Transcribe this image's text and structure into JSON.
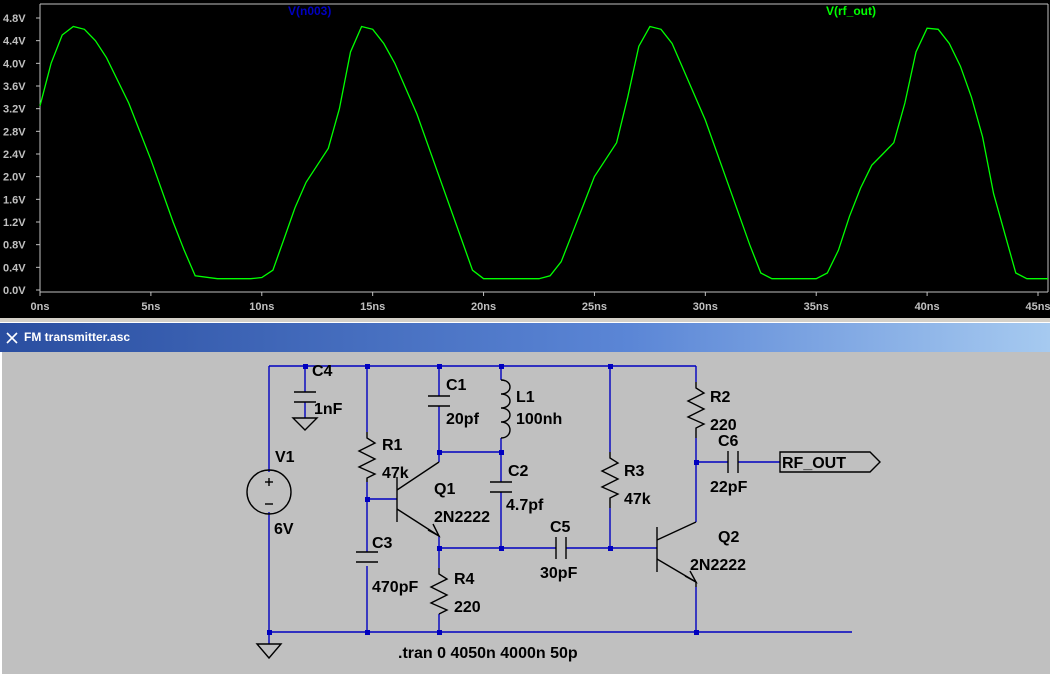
{
  "window_title": "FM transmitter.asc",
  "plot": {
    "trace_labels": [
      {
        "text": "V(n003)",
        "color": "#0000c0"
      },
      {
        "text": "V(rf_out)",
        "color": "#00ff00"
      }
    ],
    "trace_color": "#00ff00"
  },
  "chart_data": {
    "type": "line",
    "title": "",
    "xlabel": "",
    "ylabel": "",
    "x_ticks": [
      "0ns",
      "5ns",
      "10ns",
      "15ns",
      "20ns",
      "25ns",
      "30ns",
      "35ns",
      "40ns",
      "45ns"
    ],
    "y_ticks": [
      "0.0V",
      "0.4V",
      "0.8V",
      "1.2V",
      "1.6V",
      "2.0V",
      "2.4V",
      "2.8V",
      "3.2V",
      "3.6V",
      "4.0V",
      "4.4V",
      "4.8V"
    ],
    "xlim": [
      0,
      45
    ],
    "ylim": [
      0,
      4.8
    ],
    "series": [
      {
        "name": "V(rf_out)",
        "x": [
          0,
          0.5,
          1,
          1.5,
          2,
          2.5,
          3,
          4,
          5,
          6,
          6.5,
          7,
          8,
          9,
          9.5,
          10,
          10.5,
          11,
          11.5,
          12,
          12.5,
          13,
          13.5,
          14,
          14.5,
          15,
          15.5,
          16,
          17,
          18,
          19,
          19.5,
          20,
          21,
          22,
          22.5,
          23,
          23.5,
          24,
          24.5,
          25,
          25.5,
          26,
          26.5,
          27,
          27.5,
          28,
          28.5,
          29,
          30,
          31,
          32,
          32.5,
          33,
          34,
          35,
          35.5,
          36,
          36.5,
          37,
          37.5,
          38,
          38.5,
          39,
          39.5,
          40,
          40.5,
          41,
          41.5,
          42,
          42.5,
          43,
          44,
          44.5,
          45,
          45.5
        ],
        "y": [
          3.25,
          4.0,
          4.5,
          4.65,
          4.6,
          4.4,
          4.1,
          3.3,
          2.3,
          1.2,
          0.7,
          0.25,
          0.2,
          0.2,
          0.2,
          0.22,
          0.35,
          0.9,
          1.45,
          1.9,
          2.2,
          2.5,
          3.2,
          4.2,
          4.65,
          4.6,
          4.35,
          4.0,
          3.1,
          2.0,
          0.9,
          0.35,
          0.2,
          0.2,
          0.2,
          0.2,
          0.25,
          0.5,
          1.0,
          1.5,
          2.0,
          2.3,
          2.6,
          3.4,
          4.3,
          4.65,
          4.6,
          4.35,
          3.9,
          3.0,
          1.9,
          0.8,
          0.3,
          0.2,
          0.2,
          0.2,
          0.3,
          0.7,
          1.3,
          1.8,
          2.2,
          2.4,
          2.6,
          3.3,
          4.2,
          4.62,
          4.6,
          4.35,
          3.95,
          3.4,
          2.7,
          1.7,
          0.3,
          0.2,
          0.2,
          0.2
        ]
      }
    ],
    "grid": false,
    "legend": "top"
  },
  "schematic": {
    "components": {
      "C4": {
        "name": "C4",
        "value": "1nF"
      },
      "V1": {
        "name": "V1",
        "value": "6V"
      },
      "R1": {
        "name": "R1",
        "value": "47k"
      },
      "C1": {
        "name": "C1",
        "value": "20pf"
      },
      "L1": {
        "name": "L1",
        "value": "100nh"
      },
      "C2": {
        "name": "C2",
        "value": "4.7pf"
      },
      "Q1": {
        "name": "Q1",
        "value": "2N2222"
      },
      "C3": {
        "name": "C3",
        "value": "470pF"
      },
      "R4": {
        "name": "R4",
        "value": "220"
      },
      "C5": {
        "name": "C5",
        "value": "30pF"
      },
      "R3": {
        "name": "R3",
        "value": "47k"
      },
      "R2": {
        "name": "R2",
        "value": "220"
      },
      "C6": {
        "name": "C6",
        "value": "22pF"
      },
      "Q2": {
        "name": "Q2",
        "value": "2N2222"
      }
    },
    "net_label": "RF_OUT",
    "directive": ".tran 0 4050n 4000n 50p",
    "wire_color": "#0000c0"
  }
}
